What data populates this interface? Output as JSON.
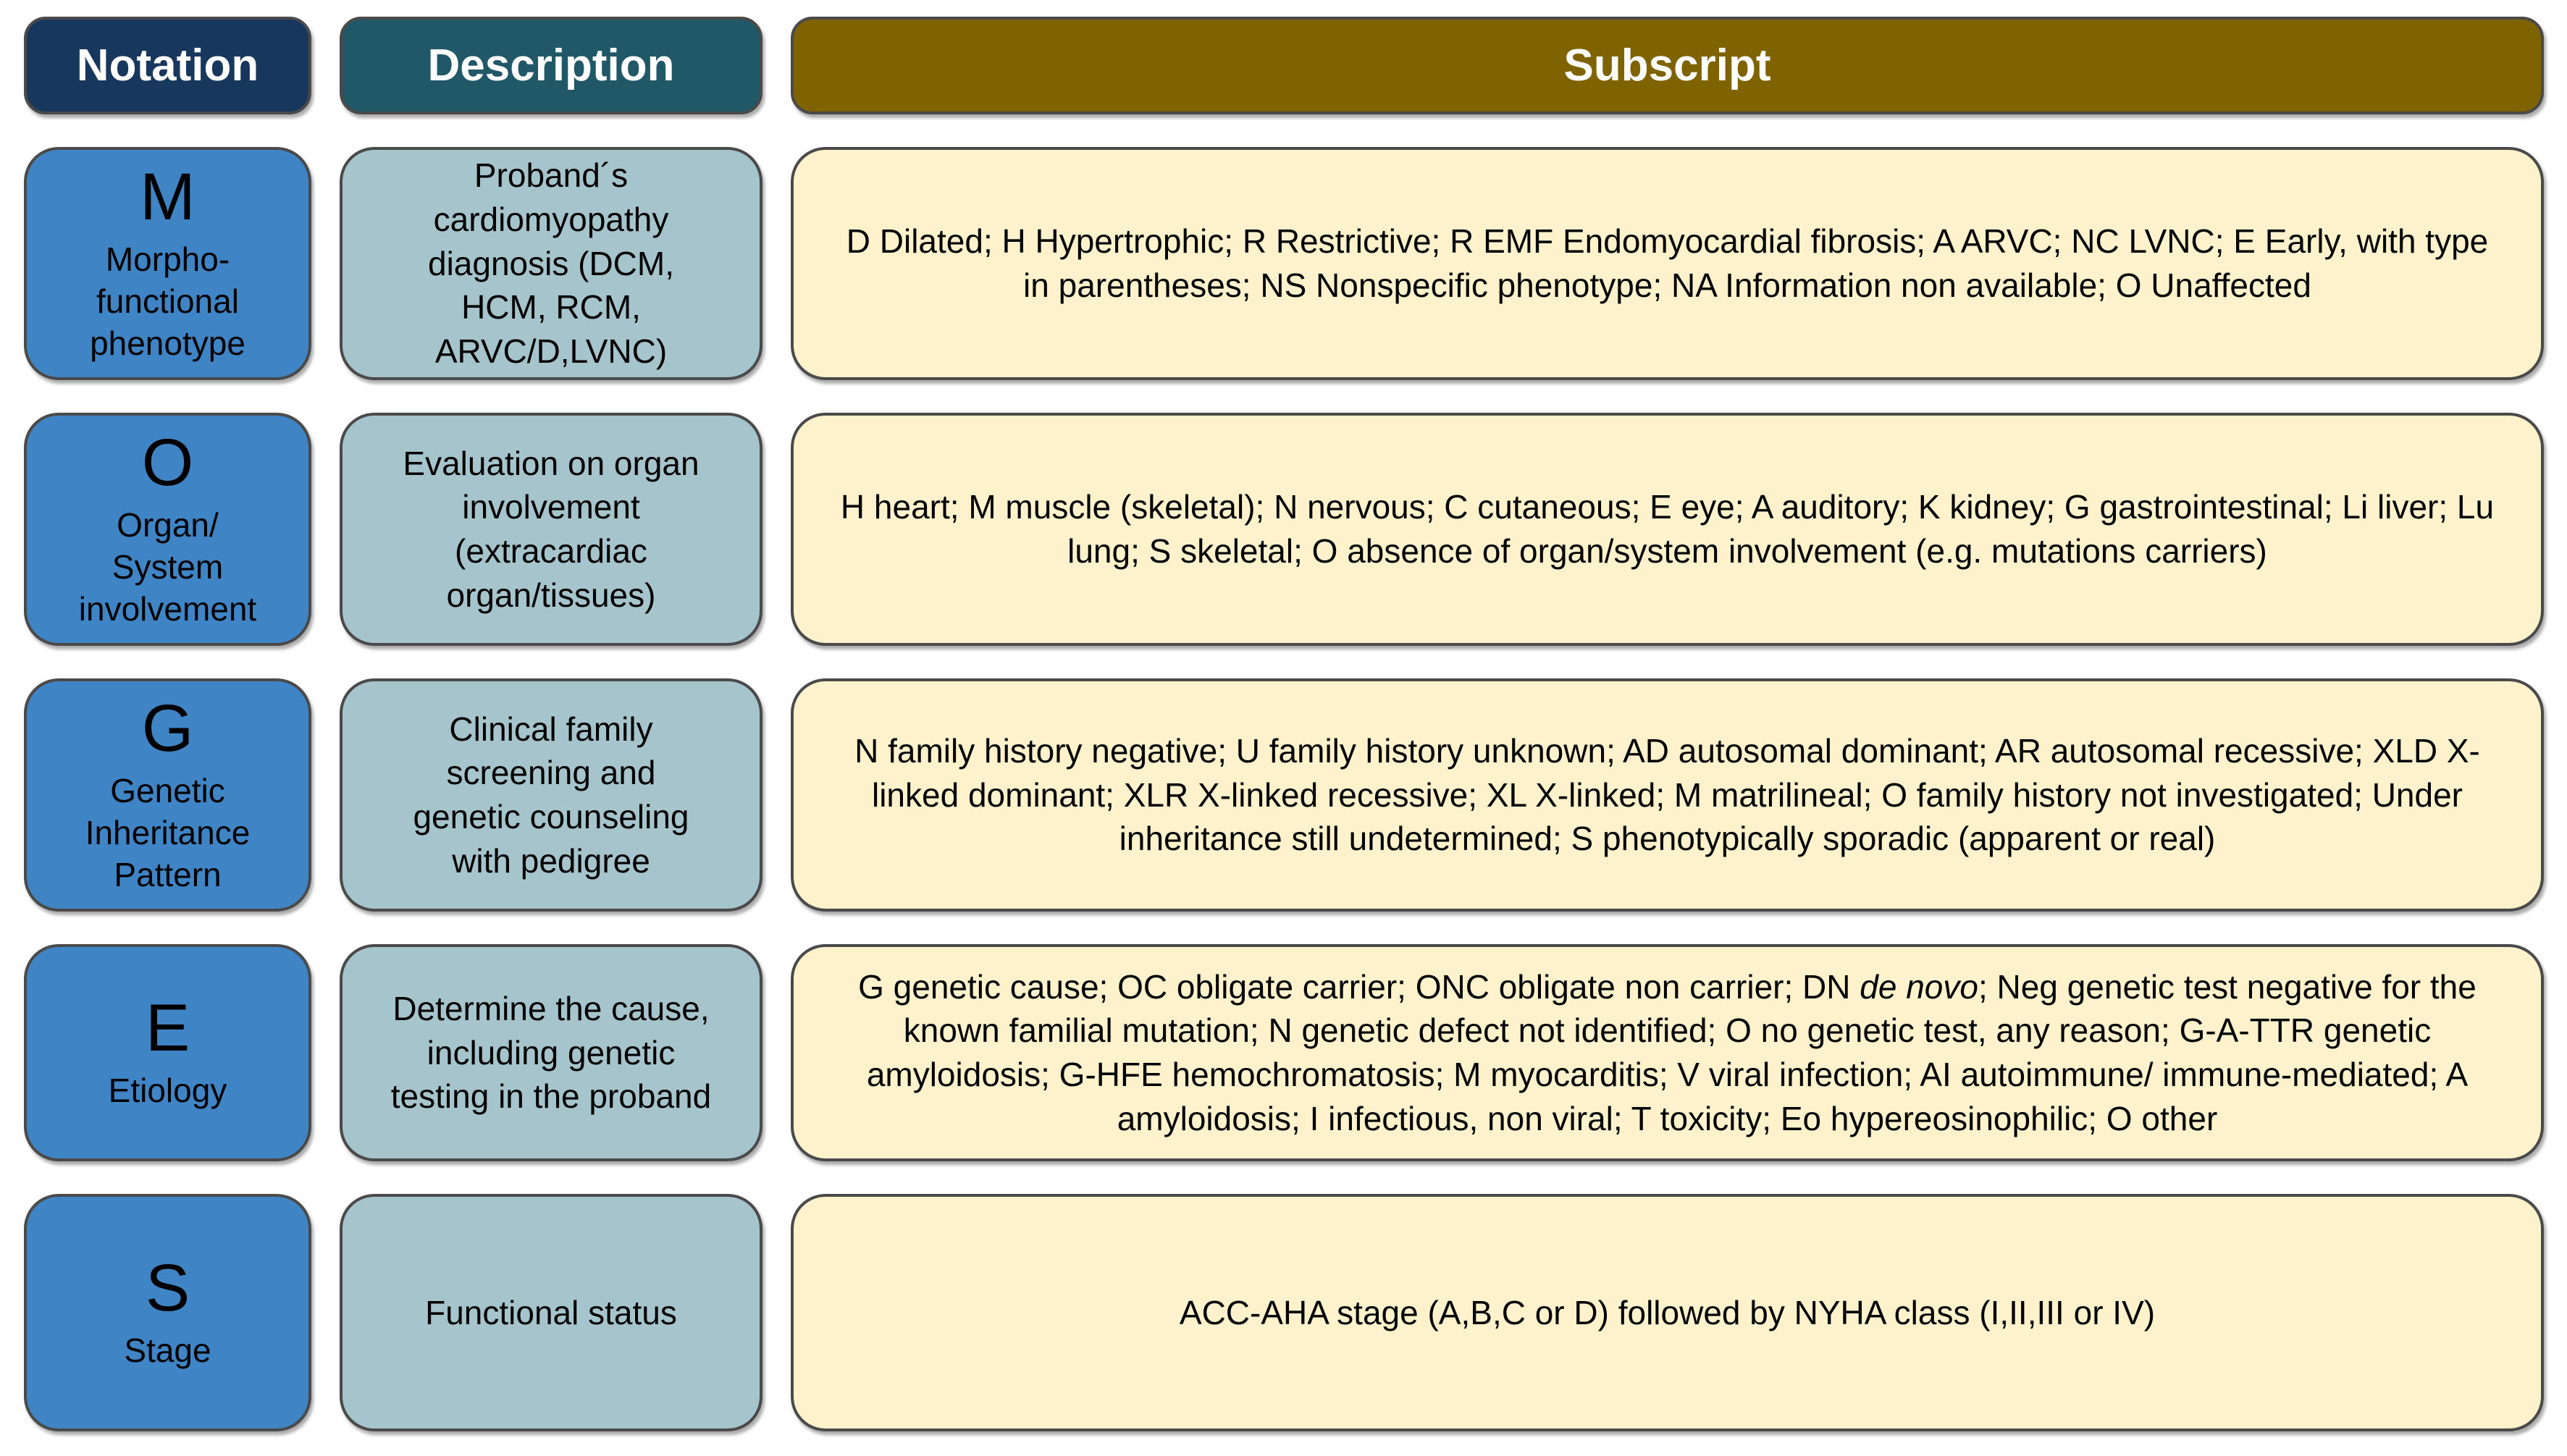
{
  "header": {
    "notation": "Notation",
    "description": "Description",
    "subscript": "Subscript"
  },
  "rows": [
    {
      "letter": "M",
      "letter_label": "Morpho-\nfunctional\nphenotype",
      "description": "Proband´s\ncardiomyopathy\ndiagnosis (DCM,\nHCM, RCM,\nARVC/D,LVNC)",
      "subscript": [
        {
          "text": "D Dilated; H Hypertrophic; R Restrictive; R EMF Endomyocardial fibrosis; A ARVC; NC LVNC; E Early, with type in parentheses; NS Nonspecific phenotype; NA Information non available; O Unaffected",
          "italic": false
        }
      ]
    },
    {
      "letter": "O",
      "letter_label": "Organ/\nSystem\ninvolvement",
      "description": "Evaluation on organ\ninvolvement\n(extracardiac\norgan/tissues)",
      "subscript": [
        {
          "text": "H heart; M muscle (skeletal); N nervous; C cutaneous; E eye; A auditory; K kidney; G gastrointestinal; Li liver; Lu lung; S skeletal; O absence of organ/system involvement (e.g. mutations carriers)",
          "italic": false
        }
      ]
    },
    {
      "letter": "G",
      "letter_label": "Genetic\nInheritance\nPattern",
      "description": "Clinical family\nscreening and\ngenetic counseling\nwith pedigree",
      "subscript": [
        {
          "text": "N family history negative; U family history unknown; AD autosomal dominant; AR autosomal recessive; XLD X-linked dominant; XLR X-linked recessive; XL X-linked; M matrilineal; O family history not investigated; Under inheritance still undetermined; S phenotypically sporadic (apparent or real)",
          "italic": false
        }
      ]
    },
    {
      "letter": "E",
      "letter_label": "Etiology",
      "description": "Determine the cause,\nincluding genetic\ntesting in the proband",
      "subscript": [
        {
          "text": "G genetic cause; OC obligate carrier; ONC obligate non carrier; DN ",
          "italic": false
        },
        {
          "text": "de novo",
          "italic": true
        },
        {
          "text": "; Neg genetic test negative for the known familial mutation; N genetic defect not identified; O no genetic test, any reason; G-A-TTR genetic amyloidosis; G-HFE hemochromatosis; M myocarditis; V viral infection; AI autoimmune/ immune-mediated; A amyloidosis; I infectious, non viral; T toxicity; Eo hypereosinophilic; O other",
          "italic": false
        }
      ]
    },
    {
      "letter": "S",
      "letter_label": "Stage",
      "description": "Functional status",
      "subscript": [
        {
          "text": "ACC-AHA stage (A,B,C or D) followed by NYHA class (I,II,III or IV)",
          "italic": false
        }
      ]
    }
  ],
  "colors": {
    "header_notation_bg": "#17375d",
    "header_description_bg": "#205867",
    "header_subscript_bg": "#7e6300",
    "notation_cell_bg": "#3f85c5",
    "description_cell_bg": "#a6c4cc",
    "subscript_cell_bg": "#fdf2cb",
    "border": "#4a4a4a",
    "header_text": "#ffffff",
    "body_text": "#000000"
  }
}
